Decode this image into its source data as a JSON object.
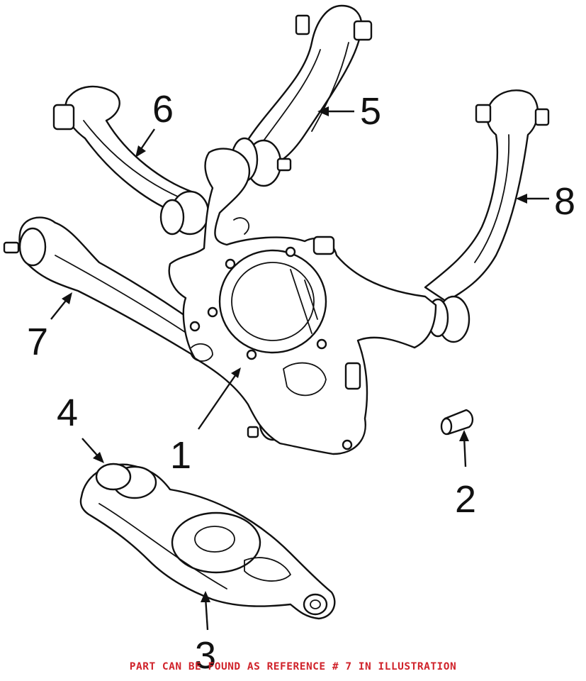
{
  "diagram": {
    "callouts": [
      {
        "id": "1",
        "label": "1"
      },
      {
        "id": "2",
        "label": "2"
      },
      {
        "id": "3",
        "label": "3"
      },
      {
        "id": "4",
        "label": "4"
      },
      {
        "id": "5",
        "label": "5"
      },
      {
        "id": "6",
        "label": "6"
      },
      {
        "id": "7",
        "label": "7"
      },
      {
        "id": "8",
        "label": "8"
      }
    ]
  },
  "footer": {
    "note": "PART CAN BE FOUND AS REFERENCE # 7 IN ILLUSTRATION",
    "note_color": "#d0232b"
  }
}
